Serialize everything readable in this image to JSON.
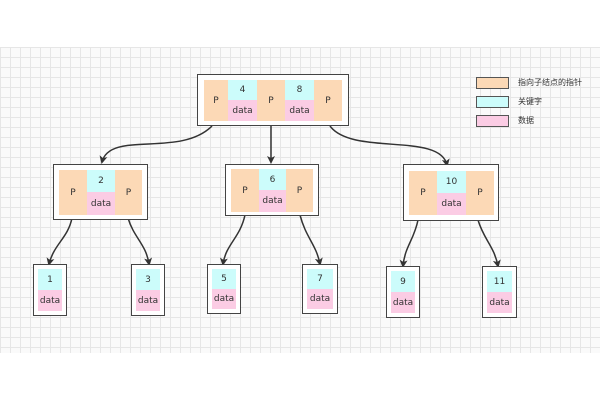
{
  "root": {
    "keys": [
      "4",
      "8"
    ],
    "pointer_label": "P",
    "data_label": "data"
  },
  "internal": [
    {
      "key": "2",
      "pointer_label": "P",
      "data_label": "data"
    },
    {
      "key": "6",
      "pointer_label": "P",
      "data_label": "data"
    },
    {
      "key": "10",
      "pointer_label": "P",
      "data_label": "data"
    }
  ],
  "leaves": [
    {
      "key": "1",
      "data_label": "data"
    },
    {
      "key": "3",
      "data_label": "data"
    },
    {
      "key": "5",
      "data_label": "data"
    },
    {
      "key": "7",
      "data_label": "data"
    },
    {
      "key": "9",
      "data_label": "data"
    },
    {
      "key": "11",
      "data_label": "data"
    }
  ],
  "legend": [
    {
      "label": "指向子结点的指针",
      "color": "#fcd9b6"
    },
    {
      "label": "关键字",
      "color": "#ccfcfb"
    },
    {
      "label": "数据",
      "color": "#fbcce4"
    }
  ],
  "colors": {
    "pointer": "#fcd9b6",
    "key": "#ccfcfb",
    "data": "#fbcce4",
    "edge": "#333333",
    "grid": "#e6e6e6"
  }
}
